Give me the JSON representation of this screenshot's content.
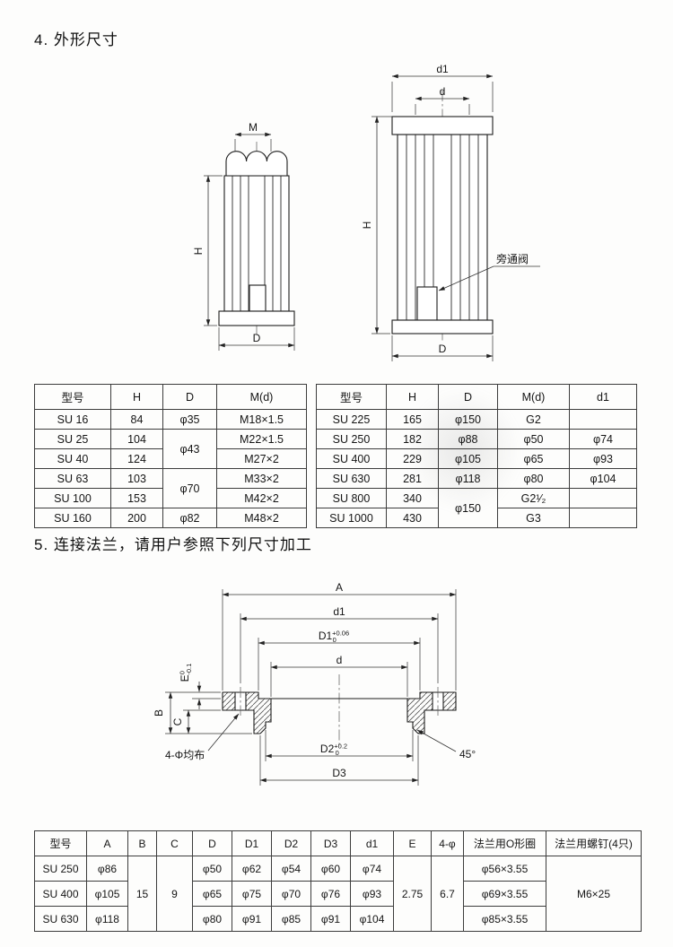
{
  "page": {
    "section4_title": "4. 外形尺寸",
    "section5_title": "5. 连接法兰，请用户参照下列尺寸加工"
  },
  "drawing_small": {
    "dim_m": "M",
    "dim_h": "H",
    "dim_d": "D"
  },
  "drawing_large": {
    "dim_d1": "d1",
    "dim_d": "d",
    "dim_h": "H",
    "dim_d_outer": "D",
    "bypass_valve_label": "旁通阀"
  },
  "flange_drawing": {
    "dim_a": "A",
    "dim_d1": "d1",
    "dim_D1": "D1",
    "dim_D1_tol_upper": "+0.06",
    "dim_D1_tol_lower": "0",
    "dim_d": "d",
    "dim_E": "E",
    "dim_E_tol_upper": "0",
    "dim_E_tol_lower": "-0.1",
    "dim_B": "B",
    "dim_C": "C",
    "holes_label": "4-Φ均布",
    "dim_D2": "D2",
    "dim_D2_tol_upper": "+0.2",
    "dim_D2_tol_lower": "0",
    "angle_label": "45°",
    "dim_D3": "D3"
  },
  "table_left": {
    "headers": [
      "型号",
      "H",
      "D",
      "M(d)"
    ],
    "rows": [
      {
        "model": "SU 16",
        "h": "84",
        "d": "φ35",
        "m": "M18×1.5"
      },
      {
        "model": "SU 25",
        "h": "104",
        "d": "φ43",
        "m": "M22×1.5"
      },
      {
        "model": "SU 40",
        "h": "124",
        "d": "",
        "m": "M27×2"
      },
      {
        "model": "SU 63",
        "h": "103",
        "d": "φ70",
        "m": "M33×2"
      },
      {
        "model": "SU 100",
        "h": "153",
        "d": "",
        "m": "M42×2"
      },
      {
        "model": "SU 160",
        "h": "200",
        "d": "φ82",
        "m": "M48×2"
      }
    ]
  },
  "table_right": {
    "headers": [
      "型号",
      "H",
      "D",
      "M(d)",
      "d1"
    ],
    "rows": [
      {
        "model": "SU 225",
        "h": "165",
        "d": "φ150",
        "m": "G2",
        "d1": ""
      },
      {
        "model": "SU 250",
        "h": "182",
        "d": "φ88",
        "m": "φ50",
        "d1": "φ74"
      },
      {
        "model": "SU 400",
        "h": "229",
        "d": "φ105",
        "m": "φ65",
        "d1": "φ93"
      },
      {
        "model": "SU 630",
        "h": "281",
        "d": "φ118",
        "m": "φ80",
        "d1": "φ104"
      },
      {
        "model": "SU 800",
        "h": "340",
        "d": "φ150",
        "m": "G2¹⁄₂",
        "d1": ""
      },
      {
        "model": "SU 1000",
        "h": "430",
        "d": "",
        "m": "G3",
        "d1": ""
      }
    ]
  },
  "flange_table": {
    "headers": [
      "型号",
      "A",
      "B",
      "C",
      "D",
      "D1",
      "D2",
      "D3",
      "d1",
      "E",
      "4-φ",
      "法兰用O形圈",
      "法兰用螺钉(4只)"
    ],
    "rows": [
      {
        "model": "SU 250",
        "a": "φ86",
        "d": "φ50",
        "d1c": "φ62",
        "d2": "φ54",
        "d3": "φ60",
        "dd1": "φ74",
        "oring": "φ56×3.55"
      },
      {
        "model": "SU 400",
        "a": "φ105",
        "d": "φ65",
        "d1c": "φ75",
        "d2": "φ70",
        "d3": "φ76",
        "dd1": "φ93",
        "oring": "φ69×3.55"
      },
      {
        "model": "SU 630",
        "a": "φ118",
        "d": "φ80",
        "d1c": "φ91",
        "d2": "φ85",
        "d3": "φ91",
        "dd1": "φ104",
        "oring": "φ85×3.55"
      }
    ],
    "shared": {
      "b": "15",
      "c": "9",
      "e": "2.75",
      "hole": "6.7",
      "screw": "M6×25"
    }
  }
}
